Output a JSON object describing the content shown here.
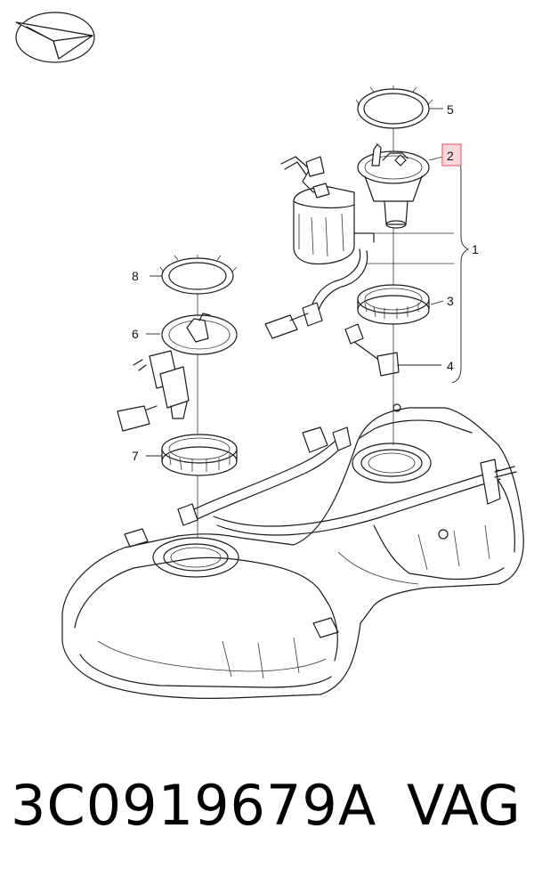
{
  "callouts": {
    "c1": "1",
    "c2": "2",
    "c3": "3",
    "c4": "4",
    "c5": "5",
    "c6": "6",
    "c7": "7",
    "c8": "8"
  },
  "highlight_color": "#e06b7a",
  "footer": {
    "part_number": "3C0919679A",
    "brand": "VAG"
  },
  "logo_icon": "paper-plane-icon"
}
